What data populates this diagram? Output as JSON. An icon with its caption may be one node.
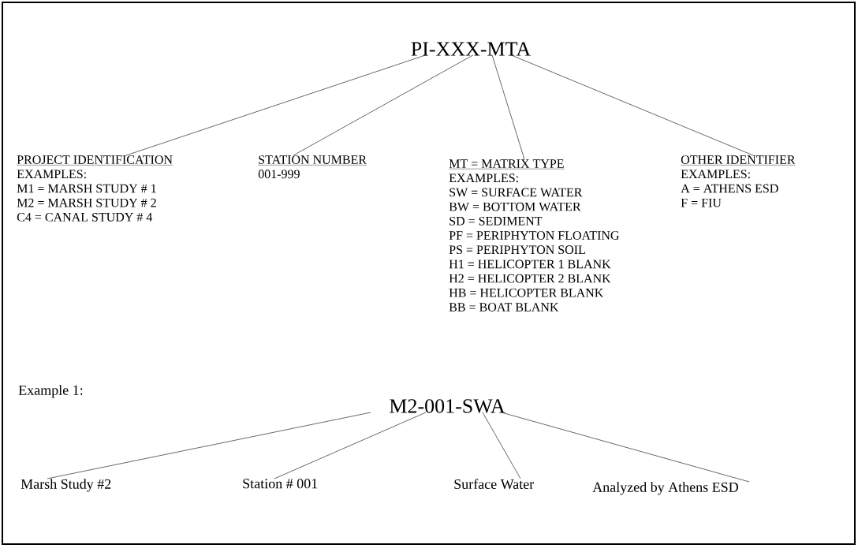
{
  "diagram": {
    "nodes": [
      {
        "text": [
          "PI-XXX-MTA"
        ]
      },
      {
        "text": [
          "PROJECT IDENTIFICATION",
          "EXAMPLES:",
          "M1 = MARSH STUDY # 1",
          "M2 = MARSH STUDY # 2",
          "C4 = CANAL STUDY # 4"
        ]
      },
      {
        "text": [
          "STATION NUMBER",
          "001-999"
        ]
      },
      {
        "text": [
          "MT = MATRIX TYPE",
          "EXAMPLES:",
          "SW = SURFACE WATER",
          "BW = BOTTOM WATER",
          "SD = SEDIMENT",
          "PF = PERIPHYTON FLOATING",
          "PS = PERIPHYTON SOIL",
          "H1 = HELICOPTER 1 BLANK",
          "H2 = HELICOPTER 2 BLANK",
          "HB = HELICOPTER BLANK",
          "BB = BOAT BLANK"
        ]
      },
      {
        "text": [
          "OTHER IDENTIFIER",
          "EXAMPLES:",
          "A = ATHENS ESD",
          "F = FIU"
        ]
      },
      {
        "text": [
          "M2-001-SWA"
        ]
      },
      {
        "text": [
          "Marsh Study #2"
        ]
      },
      {
        "text": [
          "Station # 001"
        ]
      },
      {
        "text": [
          "Surface Water"
        ]
      },
      {
        "text": [
          "Analyzed by Athens ESD"
        ]
      }
    ],
    "edges": [
      {
        "from": 0,
        "to": 1,
        "arrow": "none"
      },
      {
        "from": 0,
        "to": 2,
        "arrow": "none"
      },
      {
        "from": 0,
        "to": 3,
        "arrow": "none"
      },
      {
        "from": 0,
        "to": 4,
        "arrow": "none"
      },
      {
        "from": 5,
        "to": 6,
        "arrow": "none"
      },
      {
        "from": 5,
        "to": 7,
        "arrow": "none"
      },
      {
        "from": 5,
        "to": 8,
        "arrow": "none"
      },
      {
        "from": 5,
        "to": 9,
        "arrow": "none"
      }
    ],
    "labels": [
      "Example 1:"
    ]
  }
}
